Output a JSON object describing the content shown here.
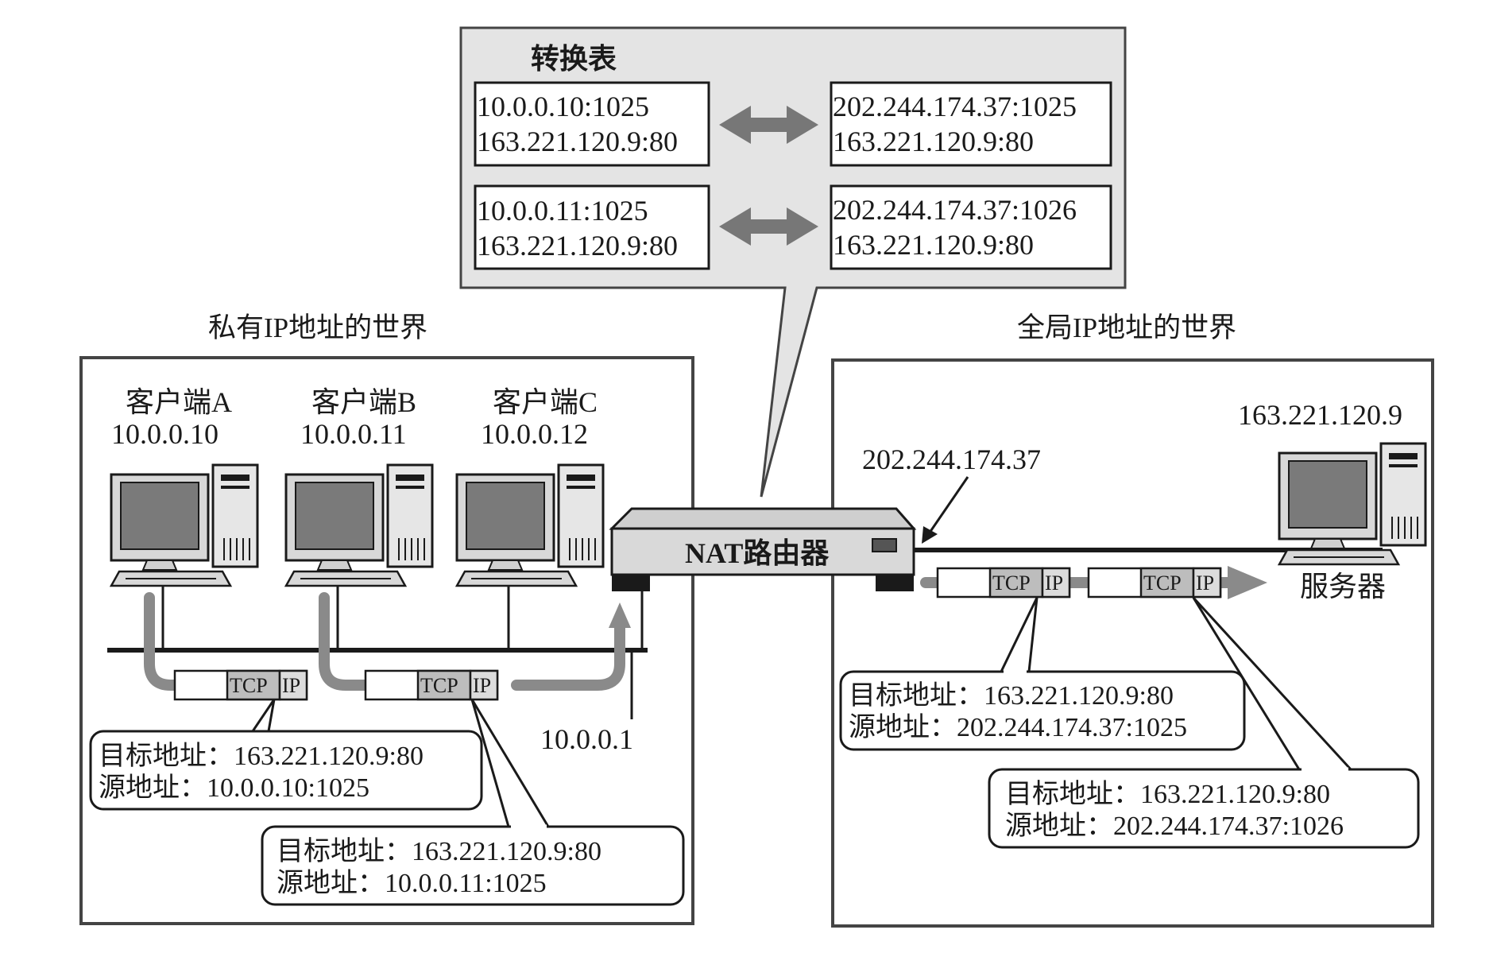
{
  "table": {
    "title": "转换表",
    "rows": [
      {
        "private_line1": "10.0.0.10:1025",
        "private_line2": "163.221.120.9:80",
        "public_line1": "202.244.174.37:1025",
        "public_line2": "163.221.120.9:80"
      },
      {
        "private_line1": "10.0.0.11:1025",
        "private_line2": "163.221.120.9:80",
        "public_line1": "202.244.174.37:1026",
        "public_line2": "163.221.120.9:80"
      }
    ]
  },
  "private_world": {
    "label": "私有IP地址的世界",
    "clients": [
      {
        "name": "客户端A",
        "ip": "10.0.0.10"
      },
      {
        "name": "客户端B",
        "ip": "10.0.0.11"
      },
      {
        "name": "客户端C",
        "ip": "10.0.0.12"
      }
    ],
    "gateway_ip": "10.0.0.1",
    "packets": [
      {
        "dst": "目标地址：163.221.120.9:80",
        "src": "源地址：10.0.0.10:1025"
      },
      {
        "dst": "目标地址：163.221.120.9:80",
        "src": "源地址：10.0.0.11:1025"
      }
    ]
  },
  "global_world": {
    "label": "全局IP地址的世界",
    "router_public_ip": "202.244.174.37",
    "server_ip": "163.221.120.9",
    "server_name": "服务器",
    "packets": [
      {
        "dst": "目标地址：163.221.120.9:80",
        "src": "源地址：202.244.174.37:1025"
      },
      {
        "dst": "目标地址：163.221.120.9:80",
        "src": "源地址：202.244.174.37:1026"
      }
    ]
  },
  "router": {
    "label": "NAT路由器"
  },
  "packet_labels": {
    "tcp": "TCP",
    "ip": "IP"
  },
  "colors": {
    "bubble_fill": "#e4e4e4",
    "flow_arrow": "#8a8a8a"
  },
  "icons": [
    "computer-icon",
    "server-icon",
    "router-icon",
    "bidirectional-arrow-icon"
  ]
}
